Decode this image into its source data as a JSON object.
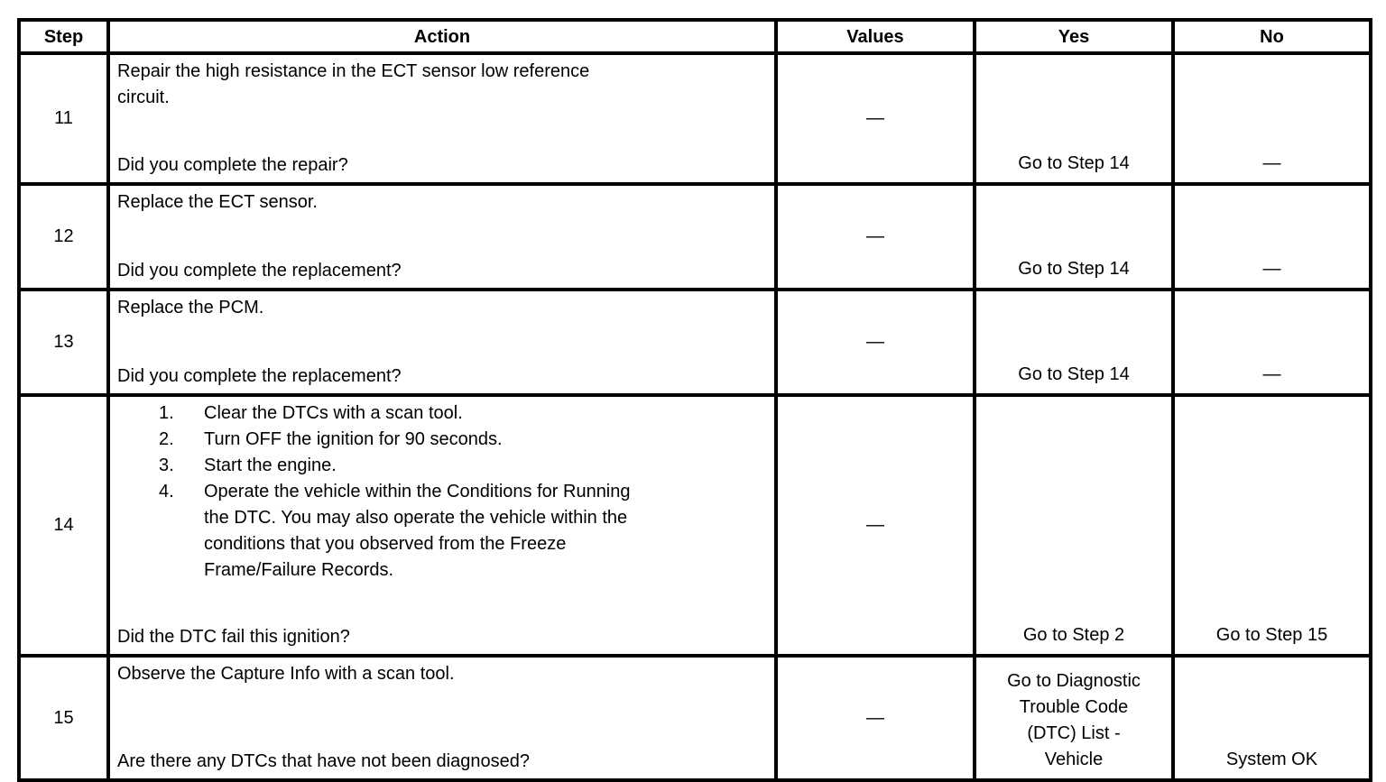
{
  "table": {
    "headers": {
      "step": "Step",
      "action": "Action",
      "values": "Values",
      "yes": "Yes",
      "no": "No"
    },
    "dash": "—",
    "rows": [
      {
        "step": "11",
        "action_lead_line1": "Repair the high resistance in the ECT sensor low reference",
        "action_lead_line2": "circuit.",
        "action_question": "Did you complete the repair?",
        "values": "—",
        "yes": "Go to Step 14",
        "no": "—"
      },
      {
        "step": "12",
        "action_lead_line1": "Replace the ECT sensor.",
        "action_question": "Did you complete the replacement?",
        "values": "—",
        "yes": "Go to Step 14",
        "no": "—"
      },
      {
        "step": "13",
        "action_lead_line1": "Replace the PCM.",
        "action_question": "Did you complete the replacement?",
        "values": "—",
        "yes": "Go to Step 14",
        "no": "—"
      },
      {
        "step": "14",
        "list": [
          {
            "num": "1.",
            "lines": [
              "Clear the DTCs with a scan tool."
            ]
          },
          {
            "num": "2.",
            "lines": [
              "Turn OFF the ignition for 90 seconds."
            ]
          },
          {
            "num": "3.",
            "lines": [
              "Start the engine."
            ]
          },
          {
            "num": "4.",
            "lines": [
              "Operate the vehicle within the Conditions for Running",
              "the DTC. You may also operate the vehicle within the",
              "conditions that you observed from the Freeze",
              "Frame/Failure Records."
            ]
          }
        ],
        "action_question": "Did the DTC fail this ignition?",
        "values": "—",
        "yes": "Go to Step 2",
        "no": "Go to Step 15"
      },
      {
        "step": "15",
        "action_lead_line1": "Observe the Capture Info with a scan tool.",
        "action_question": "Are there any DTCs that have not been diagnosed?",
        "values": "—",
        "yes_lines": [
          "Go to Diagnostic",
          "Trouble Code",
          "(DTC) List -",
          "Vehicle"
        ],
        "no": "System OK"
      }
    ]
  }
}
